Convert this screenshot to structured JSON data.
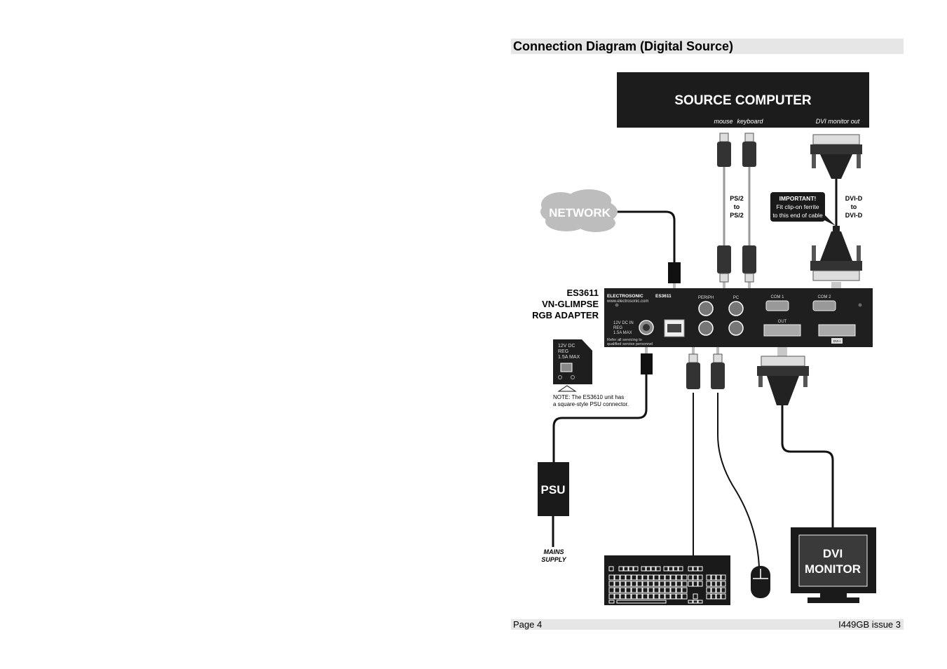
{
  "page": {
    "heading": "Connection Diagram (Digital Source)",
    "footer_left": "Page 4",
    "footer_right": "I449GB issue 3"
  },
  "diagram": {
    "source_computer": {
      "title": "SOURCE COMPUTER",
      "port_mouse": "mouse",
      "port_keyboard": "keyboard",
      "port_dvi": "DVI monitor out"
    },
    "network_label": "NETWORK",
    "ps2_cable": [
      "PS/2",
      "to",
      "PS/2"
    ],
    "dvi_cable": [
      "DVI-D",
      "to",
      "DVI-D"
    ],
    "important_note": [
      "IMPORTANT!",
      "Fit clip-on ferrite",
      "to this end of cable"
    ],
    "adapter_label": [
      "ES3611",
      "VN-GLIMPSE",
      "RGB ADAPTER"
    ],
    "adapter_panel": {
      "brand": "ELECTROSONIC",
      "model": "ES3611",
      "website": "www.electrosonic.com",
      "power": [
        "12V DC IN",
        "REG",
        "1.5A MAX"
      ],
      "service": [
        "Refer all servicing to",
        "qualified service personnel"
      ],
      "port_periph": "PERIPH",
      "port_pc": "PC",
      "port_com1": "COM 1",
      "port_com2": "COM 2",
      "port_out": "OUT",
      "dvi_badge": "DVI-I"
    },
    "psu_inset": [
      "12V DC",
      "REG",
      "1.5A MAX"
    ],
    "note": [
      "NOTE: The ES3610 unit has",
      "a square-style PSU connector."
    ],
    "psu_label": "PSU",
    "mains_label": [
      "MAINS",
      "SUPPLY"
    ],
    "monitor_label": [
      "DVI",
      "MONITOR"
    ]
  }
}
